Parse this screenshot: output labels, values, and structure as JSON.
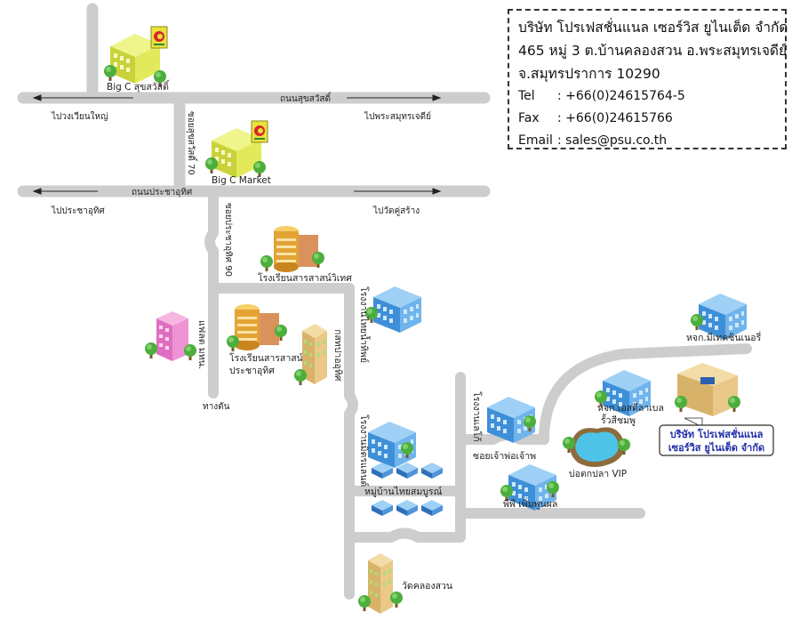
{
  "company": {
    "name": "บริษัท โปรเฟสชั่นแนล เซอร์วิส ยูไนเต็ด จำกัด",
    "address_line1": "465 หมู่ 3 ต.บ้านคลองสวน อ.พระสมุทรเจดีย์",
    "address_line2": "จ.สมุทรปราการ 10290",
    "tel_label": "Tel",
    "tel": ": +66(0)24615764-5",
    "fax_label": "Fax",
    "fax": ": +66(0)24615766",
    "email_label": "Email",
    "email": ": sales@psu.co.th"
  },
  "roads": {
    "sukhumvit": "ถนนสุขสวัสดิ์",
    "to_wongwian_yai": "ไปวงเวียนใหญ่",
    "to_phra_samut_chedi": "ไปพระสมุทรเจดีย์",
    "soi_sukhumvit_70": "ซอยสุขสวัสดิ์ 70",
    "pracha_uthit": "ถนนประชาอุทิศ",
    "to_pracha_uthit": "ไปประชาอุทิศ",
    "to_wat_khu_sang": "ไปวัดคู่สร้าง",
    "soi_pracha_uthit_90": "ซอยประชาอุทิศ 90",
    "thang_tan": "ทางตัน",
    "soi_chao_pho": "ซอยเจ้าพ่อเจ้าพ"
  },
  "landmarks": {
    "bigc_suksawat": "Big C สุขสวัสดิ์",
    "bigc_market": "Big C Market",
    "sarasas_wiwet": "โรงเรียนสารสาสน์วิเทศ",
    "sarasas_pracha_1": "โรงเรียนสารสาสน์",
    "sarasas_pracha_2": "ประชาอุทิศ",
    "flat": "แฟลต มทน.",
    "factory_1": "โรงงานไทยน้ำทิพย์",
    "factory_2": "กสทปาออุทิศ",
    "factory_3": "โรงงานมิตรแลนด์",
    "factory_4": "โรงงานเลโก้",
    "village": "หมู่บ้านไทยสมบูรณ์",
    "chemical_co": "หจก.มีเทคซินเนอรี่",
    "es_di_label_1": "หจก.เอสดีลาเบล",
    "es_di_label_2": "รั้วสีชมพู",
    "pond": "บ่อตกปลา VIP",
    "phiphi": "พีพี เพิ่มพูนผล",
    "soi_chao_pho_rd": "ซอยเจ้าพ่อเจ้าพ",
    "wat_khlong_suan": "วัดคลองสวน",
    "company_1": "บริษัท โปรเฟสชั่นแนล",
    "company_2": "เซอร์วิส ยูไนเต็ด จำกัด"
  },
  "colors": {
    "road": "#cdcdcd",
    "company_text": "#1f2fa8",
    "bigc": "#d6e04a",
    "sarasas": "#e0a43a",
    "factory": "#5aa7e0",
    "flat": "#e880c8",
    "tree": "#4cae3c"
  },
  "icons": {
    "bigc_logo": "big-c-logo-icon",
    "building": "building-icon",
    "tree": "tree-icon",
    "pond": "pond-icon"
  }
}
